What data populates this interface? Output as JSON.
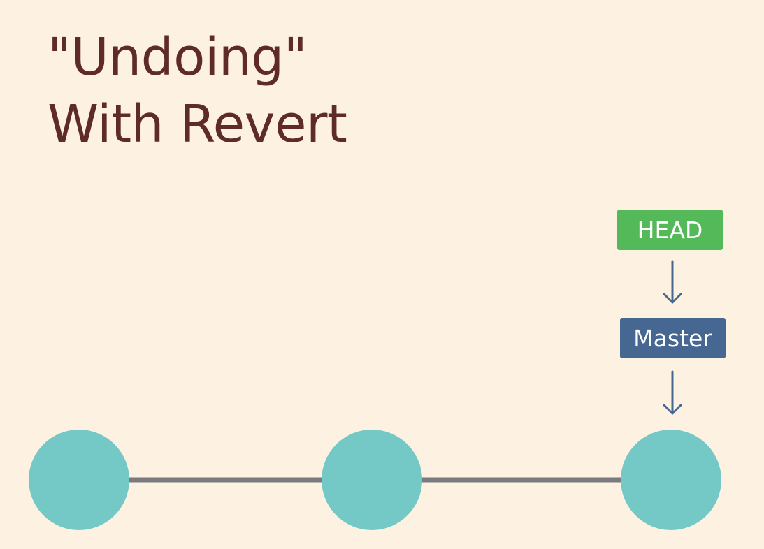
{
  "title": {
    "line1": "\"Undoing\"",
    "line2": "With Revert"
  },
  "refs": {
    "head": "HEAD",
    "master": "Master"
  },
  "colors": {
    "background": "#fdf2e1",
    "title": "#5e2a2a",
    "commit": "#74c9c7",
    "edge": "#7b7b7f",
    "head": "#54b958",
    "master": "#456791",
    "arrow": "#456791"
  },
  "commits": [
    {
      "id": "commit-1"
    },
    {
      "id": "commit-2"
    },
    {
      "id": "commit-3"
    }
  ]
}
